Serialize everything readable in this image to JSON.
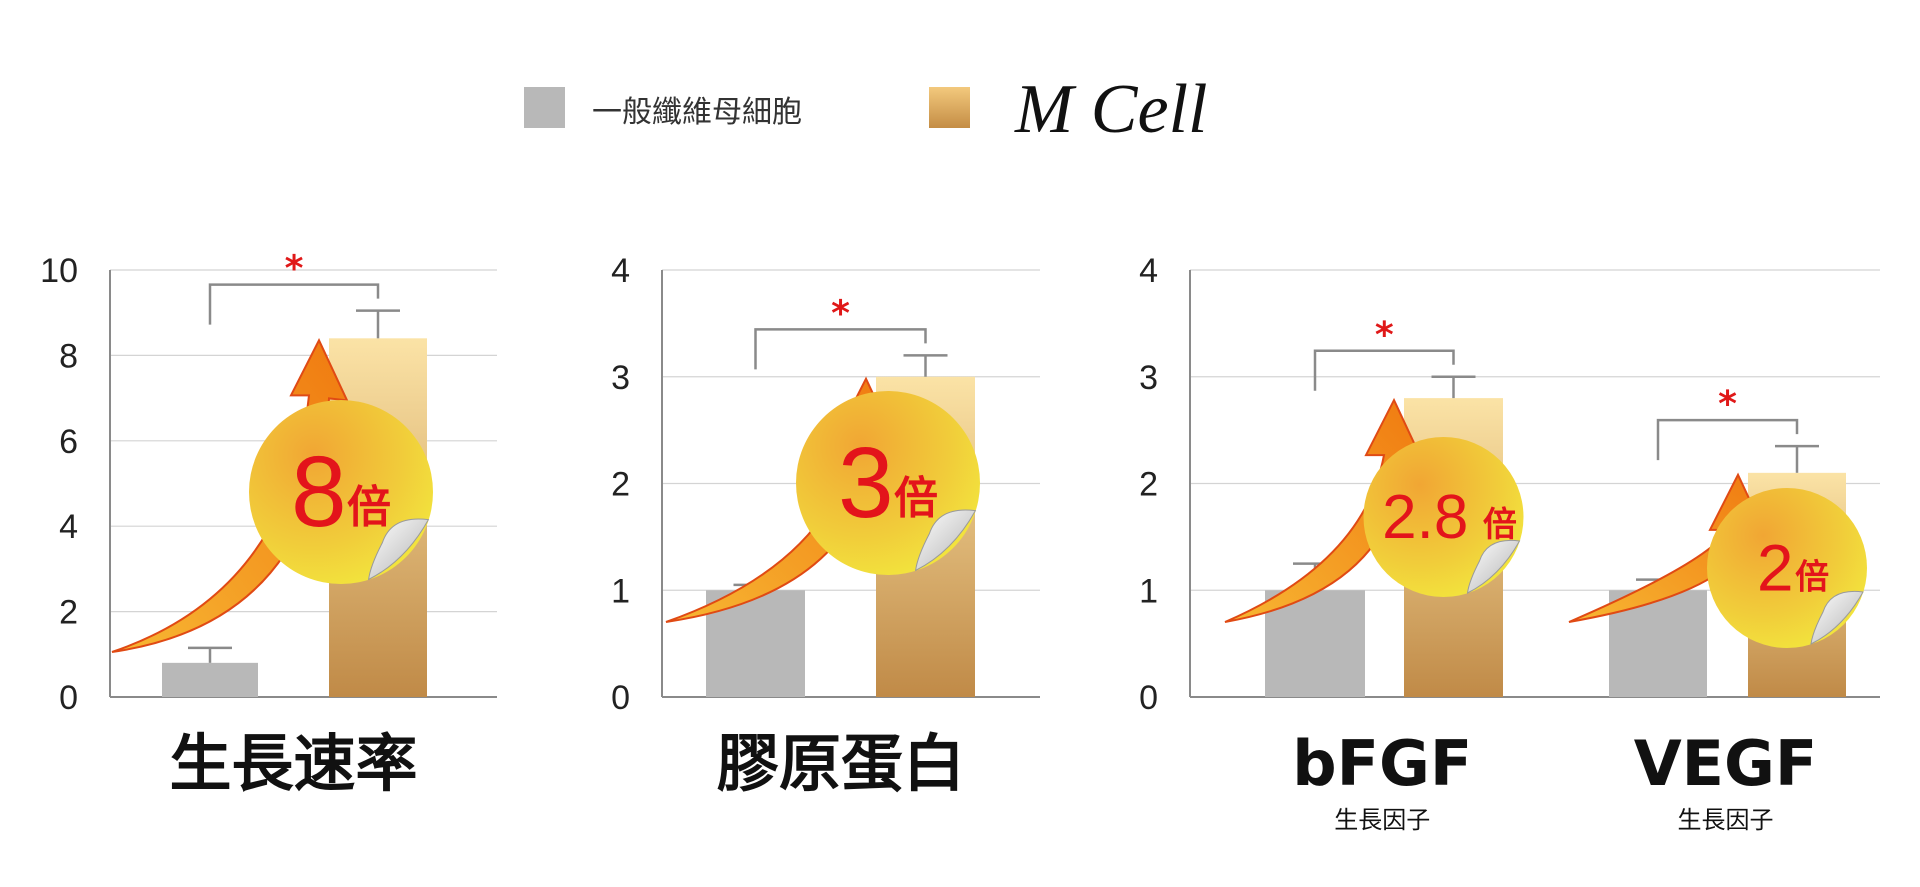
{
  "legend": [
    {
      "name": "一般纖維母細胞",
      "color": "#b8b8b8"
    },
    {
      "name": "M Cell",
      "color": "#d9a35a"
    }
  ],
  "colors": {
    "gray_bar": "#b8b8b8",
    "gold_top": "#fbe3a6",
    "gold_bottom": "#c08a47",
    "star": "#e01818",
    "fold_text": "#e3141b",
    "badge_light": "#f7e34a",
    "badge_dark": "#eeaa2a",
    "arrow": "#f28c12"
  },
  "chart_data": [
    {
      "type": "bar",
      "categories": [
        "生長速率"
      ],
      "series": [
        {
          "name": "一般纖維母細胞",
          "values": [
            0.8
          ],
          "error": [
            0.35
          ]
        },
        {
          "name": "M Cell",
          "values": [
            8.4
          ],
          "error": [
            0.65
          ]
        }
      ],
      "ylim": [
        0,
        10
      ],
      "yticks": [
        0,
        2,
        4,
        6,
        8,
        10
      ],
      "significance": [
        "*"
      ],
      "fold": [
        {
          "number": "8",
          "unit": "倍"
        }
      ],
      "subtitles": [
        ""
      ],
      "grid": true
    },
    {
      "type": "bar",
      "categories": [
        "膠原蛋白"
      ],
      "series": [
        {
          "name": "一般纖維母細胞",
          "values": [
            1.0
          ],
          "error": [
            0.05
          ]
        },
        {
          "name": "M Cell",
          "values": [
            3.0
          ],
          "error": [
            0.2
          ]
        }
      ],
      "ylim": [
        0,
        4
      ],
      "yticks": [
        0,
        1,
        2,
        3,
        4
      ],
      "significance": [
        "*"
      ],
      "fold": [
        {
          "number": "3",
          "unit": "倍"
        }
      ],
      "subtitles": [
        ""
      ],
      "grid": true
    },
    {
      "type": "bar",
      "categories": [
        "bFGF",
        "VEGF"
      ],
      "series": [
        {
          "name": "一般纖維母細胞",
          "values": [
            1.0,
            1.0
          ],
          "error": [
            0.25,
            0.1
          ]
        },
        {
          "name": "M Cell",
          "values": [
            2.8,
            2.1
          ],
          "error": [
            0.2,
            0.25
          ]
        }
      ],
      "ylim": [
        0,
        4
      ],
      "yticks": [
        0,
        1,
        2,
        3,
        4
      ],
      "significance": [
        "*",
        "*"
      ],
      "fold": [
        {
          "number": "2.8",
          "unit": "倍"
        },
        {
          "number": "2",
          "unit": "倍"
        }
      ],
      "subtitles": [
        "生長因子",
        "生長因子"
      ],
      "grid": true
    }
  ]
}
